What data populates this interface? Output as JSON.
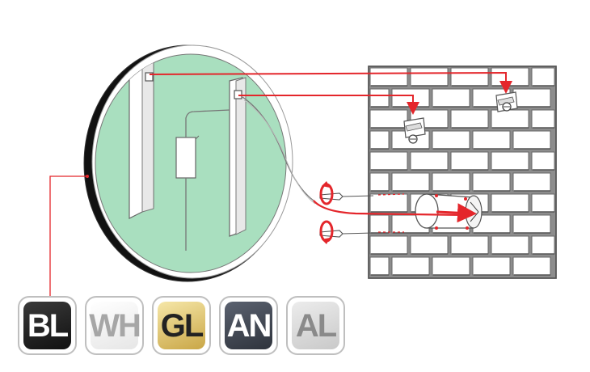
{
  "swatches": [
    {
      "code": "BL",
      "name": "black",
      "bg": "#3a3a3a",
      "bg2": "#111111",
      "text": "#ffffff"
    },
    {
      "code": "WH",
      "name": "white",
      "bg": "#ffffff",
      "bg2": "#e6e6e6",
      "text": "#a6a6a6"
    },
    {
      "code": "GL",
      "name": "gold",
      "bg": "#f6e7a8",
      "bg2": "#c9a646",
      "text": "#222222"
    },
    {
      "code": "AN",
      "name": "anthracite",
      "bg": "#5b6270",
      "bg2": "#2e333c",
      "text": "#ffffff"
    },
    {
      "code": "AL",
      "name": "aluminium",
      "bg": "#ececec",
      "bg2": "#c9c9c9",
      "text": "#8a8a8a"
    }
  ],
  "colors": {
    "mirror_glass": "#a9dfbf",
    "mirror_frame": "#111111",
    "arrow_red": "#e4262b",
    "line_gray": "#555555",
    "brick_fill": "#ffffff",
    "wall_background": "#888888"
  },
  "icons": [
    "rotate-arrow-icon",
    "screw-icon",
    "wall-bracket-icon",
    "led-driver-icon",
    "junction-box-icon"
  ]
}
